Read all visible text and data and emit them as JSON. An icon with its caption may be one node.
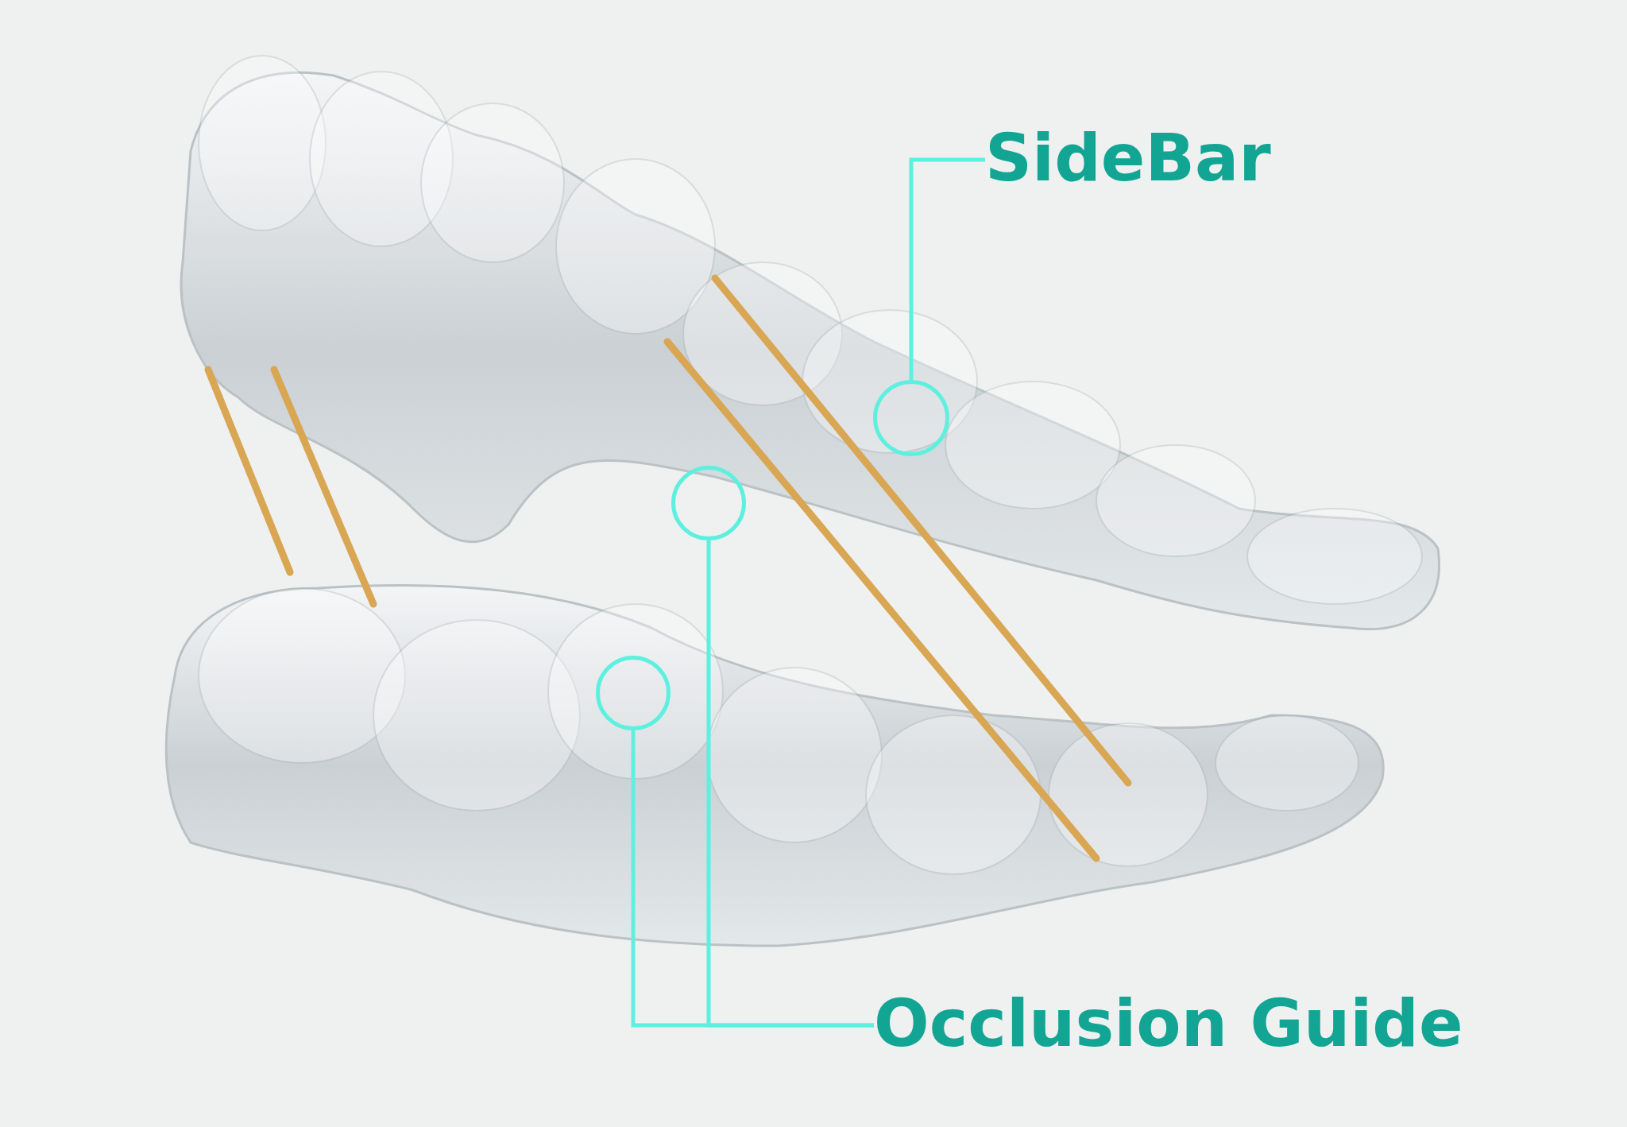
{
  "diagram": {
    "nodes": [
      {
        "text": [
          "SideBar"
        ]
      },
      {
        "text": [],
        "shape": "circle"
      },
      {
        "text": [
          "Occlusion Guide"
        ]
      },
      {
        "text": [],
        "shape": "circle"
      },
      {
        "text": [],
        "shape": "circle"
      }
    ],
    "edges": [
      {
        "from": 0,
        "to": 1,
        "arrow": "none"
      },
      {
        "from": 2,
        "to": 3,
        "arrow": "none"
      },
      {
        "from": 2,
        "to": 4,
        "arrow": "none"
      }
    ]
  }
}
